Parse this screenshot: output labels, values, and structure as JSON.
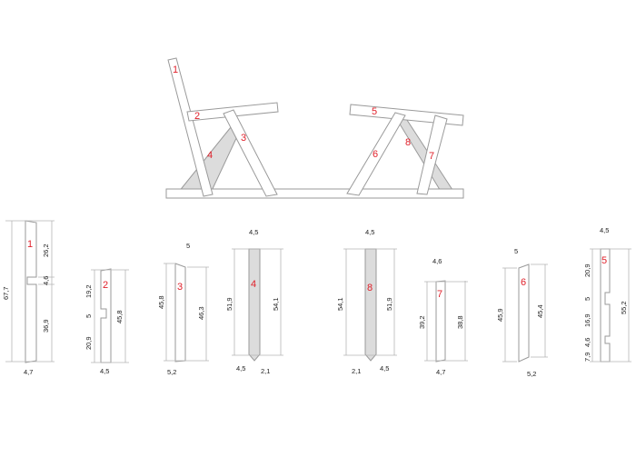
{
  "assembly": {
    "labels": [
      "1",
      "2",
      "3",
      "4",
      "5",
      "6",
      "7",
      "8"
    ]
  },
  "parts": [
    {
      "id": "1",
      "dims": [
        "67,7",
        "26,2",
        "4,6",
        "36,9",
        "4,7"
      ]
    },
    {
      "id": "2",
      "dims": [
        "19,2",
        "5",
        "20,9",
        "45,8",
        "4,5"
      ]
    },
    {
      "id": "3",
      "dims": [
        "45,8",
        "46,3",
        "5",
        "5,2"
      ]
    },
    {
      "id": "4",
      "dims": [
        "4,5",
        "51,9",
        "54,1",
        "4,5",
        "2,1"
      ]
    },
    {
      "id": "8",
      "dims": [
        "4,5",
        "54,1",
        "51,9",
        "2,1",
        "4,5"
      ]
    },
    {
      "id": "7",
      "dims": [
        "4,6",
        "39,2",
        "38,8",
        "4,7"
      ]
    },
    {
      "id": "6",
      "dims": [
        "5",
        "45,9",
        "45,4",
        "5,2"
      ]
    },
    {
      "id": "5",
      "dims": [
        "4,5",
        "20,9",
        "5",
        "16,9",
        "4,6",
        "7,9",
        "55,2"
      ]
    }
  ],
  "colors": {
    "label": "#e0202a",
    "stroke": "#9a9a9a",
    "fill_gray": "#dcdcdc"
  }
}
